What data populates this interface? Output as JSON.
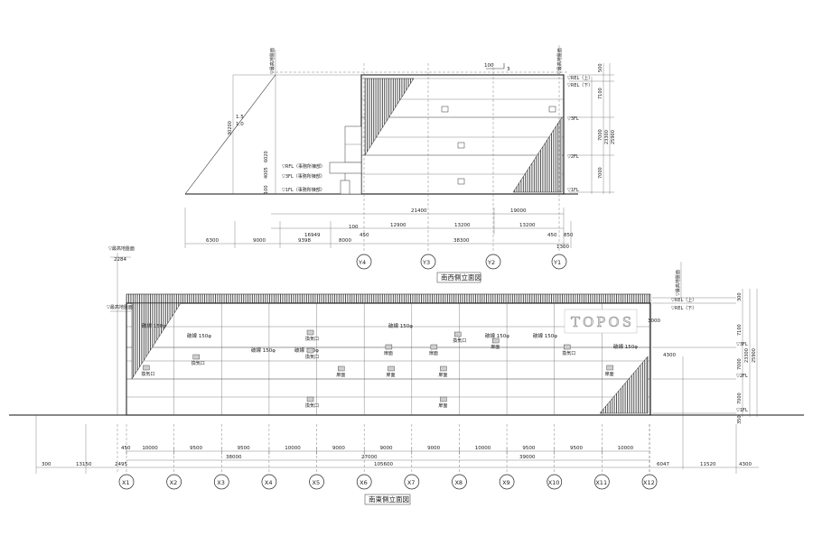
{
  "upper_elevation": {
    "title": "南西側立面図",
    "grid_labels": [
      "Y4",
      "Y3",
      "Y2",
      "Y1"
    ],
    "level_labels": [
      "▽REL（上）",
      "▽REL（下）",
      "▽3FL",
      "▽2FL",
      "▽1FL"
    ],
    "left_level_labels": [
      "▽RFL（事務所棟部）",
      "▽3FL（事務所棟部）",
      "▽1FL（事務所棟部）"
    ],
    "top_notes": [
      "▽最高地盤面",
      "▽最高地盤面"
    ],
    "slope_note": "100",
    "slope_ratio": "3",
    "slope_left": "1.5",
    "slope_left_base": "1.0",
    "dims_row1": [
      "21400",
      "19000"
    ],
    "dims_row2": [
      "12900",
      "13200",
      "13200"
    ],
    "dims_row3": [
      "6300",
      "9000",
      "9398",
      "8000",
      "450",
      "38300",
      "450",
      "1300"
    ],
    "right_dims": [
      "7100",
      "7000",
      "7000",
      "23300",
      "25900",
      "500"
    ],
    "left_dims": [
      "100",
      "4005",
      "6020",
      "30200"
    ],
    "misc_dims": [
      "16949",
      "100",
      "850"
    ]
  },
  "lower_elevation": {
    "title": "南東側立面図",
    "grid_labels": [
      "X1",
      "X2",
      "X3",
      "X4",
      "X5",
      "X6",
      "X7",
      "X8",
      "X9",
      "X10",
      "X11",
      "X12"
    ],
    "level_labels": [
      "▽REL（上）",
      "▽REL（下）",
      "▽3FL",
      "▽2FL",
      "▽1FL"
    ],
    "left_level_labels": [
      "▽最高地盤面",
      "▽最高地盤面"
    ],
    "right_top_note": "▽最高地盤面",
    "logo": "TOPOS",
    "wall_notes": [
      "破線 150φ",
      "破線 150φ",
      "破線 150φ",
      "破線 150φ",
      "破線 150φ",
      "破線 150φ",
      "破線 150φ",
      "破線 150φ"
    ],
    "vent_label": "換気口",
    "door_label": "扉面",
    "bay_dims": [
      "10000",
      "9500",
      "9500",
      "10000",
      "9000",
      "9000",
      "9000",
      "10000",
      "9500",
      "9500",
      "10000"
    ],
    "group_dims": [
      "38000",
      "27000",
      "39000"
    ],
    "total_dim": "105600",
    "edge_dims": [
      "450",
      "2495",
      "13150",
      "300",
      "6047",
      "11520",
      "4300",
      "2284",
      "4300",
      "3000"
    ],
    "right_dims": [
      "7100",
      "7000",
      "7000",
      "23300",
      "25900",
      "300",
      "350"
    ]
  }
}
